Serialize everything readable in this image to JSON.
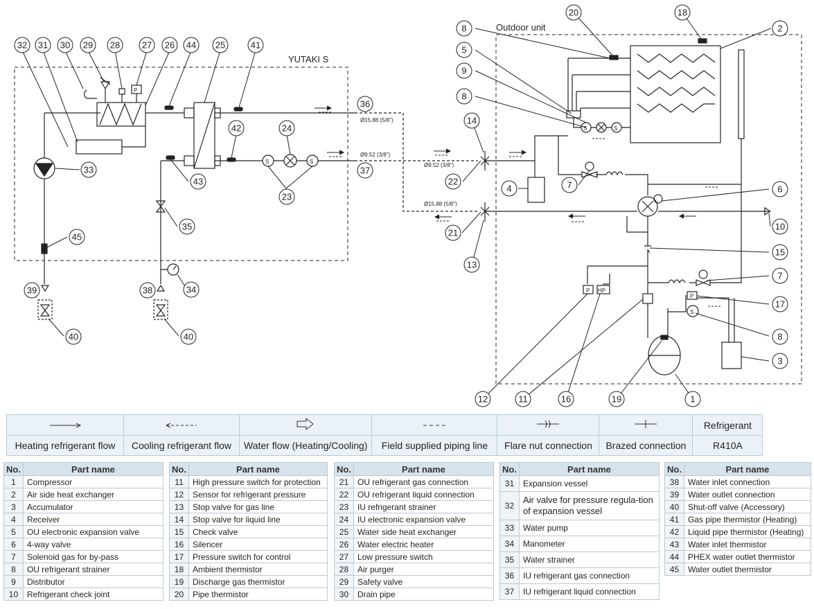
{
  "diagram": {
    "unit_label_indoor": "YUTAKI S",
    "unit_label_outdoor": "Outdoor unit",
    "pipe_labels": {
      "gas_indoor": "Ø15.88 (5/8\")",
      "liquid_indoor": "Ø9.52 (3/8\")",
      "liquid_outdoor": "Ø9.52 (3/8\")",
      "gas_outdoor": "Ø15.88 (5/8\")"
    },
    "sensor_letters": {
      "strainer": "S",
      "pressure": "P",
      "high_pressure": "HP"
    },
    "callouts": [
      {
        "id": "c32",
        "label": "32"
      },
      {
        "id": "c31",
        "label": "31"
      },
      {
        "id": "c30",
        "label": "30"
      },
      {
        "id": "c29",
        "label": "29"
      },
      {
        "id": "c28",
        "label": "28"
      },
      {
        "id": "c27",
        "label": "27"
      },
      {
        "id": "c26",
        "label": "26"
      },
      {
        "id": "c44",
        "label": "44"
      },
      {
        "id": "c25",
        "label": "25"
      },
      {
        "id": "c41",
        "label": "41"
      },
      {
        "id": "c36",
        "label": "36"
      },
      {
        "id": "c37",
        "label": "37"
      },
      {
        "id": "c42",
        "label": "42"
      },
      {
        "id": "c24",
        "label": "24"
      },
      {
        "id": "c23",
        "label": "23"
      },
      {
        "id": "c33",
        "label": "33"
      },
      {
        "id": "c43",
        "label": "43"
      },
      {
        "id": "c35",
        "label": "35"
      },
      {
        "id": "c45",
        "label": "45"
      },
      {
        "id": "c34",
        "label": "34"
      },
      {
        "id": "c39",
        "label": "39"
      },
      {
        "id": "c38",
        "label": "38"
      },
      {
        "id": "c40a",
        "label": "40"
      },
      {
        "id": "c40b",
        "label": "40"
      },
      {
        "id": "c8a",
        "label": "8"
      },
      {
        "id": "c5",
        "label": "5"
      },
      {
        "id": "c9",
        "label": "9"
      },
      {
        "id": "c8b",
        "label": "8"
      },
      {
        "id": "c20",
        "label": "20"
      },
      {
        "id": "c18",
        "label": "18"
      },
      {
        "id": "c2",
        "label": "2"
      },
      {
        "id": "c14",
        "label": "14"
      },
      {
        "id": "c22",
        "label": "22"
      },
      {
        "id": "c4",
        "label": "4"
      },
      {
        "id": "c7a",
        "label": "7"
      },
      {
        "id": "c6",
        "label": "6"
      },
      {
        "id": "c10",
        "label": "10"
      },
      {
        "id": "c21",
        "label": "21"
      },
      {
        "id": "c13",
        "label": "13"
      },
      {
        "id": "c15",
        "label": "15"
      },
      {
        "id": "c7b",
        "label": "7"
      },
      {
        "id": "c17",
        "label": "17"
      },
      {
        "id": "c8c",
        "label": "8"
      },
      {
        "id": "c3",
        "label": "3"
      },
      {
        "id": "c12",
        "label": "12"
      },
      {
        "id": "c11",
        "label": "11"
      },
      {
        "id": "c16",
        "label": "16"
      },
      {
        "id": "c19",
        "label": "19"
      },
      {
        "id": "c1",
        "label": "1"
      }
    ]
  },
  "legend": {
    "items": [
      {
        "symbol": "arrow-solid",
        "label": "Heating refrigerant flow"
      },
      {
        "symbol": "arrow-dashed",
        "label": "Cooling refrigerant flow"
      },
      {
        "symbol": "arrow-hollow",
        "label": "Water flow (Heating/Cooling)"
      },
      {
        "symbol": "dashed-line",
        "label": "Field supplied piping line"
      },
      {
        "symbol": "flare-nut",
        "label": "Flare nut connection"
      },
      {
        "symbol": "brazed",
        "label": "Brazed connection"
      }
    ],
    "refrigerant_title": "Refrigerant",
    "refrigerant_value": "R410A"
  },
  "parts": {
    "col_no": "No.",
    "col_name": "Part name",
    "tables": [
      [
        {
          "no": "1",
          "name": "Compressor"
        },
        {
          "no": "2",
          "name": "Air side heat exchanger"
        },
        {
          "no": "3",
          "name": "Accumulator"
        },
        {
          "no": "4",
          "name": "Receiver"
        },
        {
          "no": "5",
          "name": "OU electronic expansion valve"
        },
        {
          "no": "6",
          "name": "4-way valve"
        },
        {
          "no": "7",
          "name": "Solenoid gas for by-pass"
        },
        {
          "no": "8",
          "name": "OU refrigerant strainer"
        },
        {
          "no": "9",
          "name": "Distributor"
        },
        {
          "no": "10",
          "name": "Refrigerant check joint"
        }
      ],
      [
        {
          "no": "11",
          "name": "High pressure switch for protection"
        },
        {
          "no": "12",
          "name": "Sensor for refrigerant pressure"
        },
        {
          "no": "13",
          "name": "Stop valve for gas line"
        },
        {
          "no": "14",
          "name": "Stop valve for liquid line"
        },
        {
          "no": "15",
          "name": "Check valve"
        },
        {
          "no": "16",
          "name": "Silencer"
        },
        {
          "no": "17",
          "name": "Pressure switch for control"
        },
        {
          "no": "18",
          "name": "Ambient thermistor"
        },
        {
          "no": "19",
          "name": "Discharge gas thermistor"
        },
        {
          "no": "20",
          "name": "Pipe thermistor"
        }
      ],
      [
        {
          "no": "21",
          "name": "OU refrigerant gas connection"
        },
        {
          "no": "22",
          "name": "OU refrigerant liquid connection"
        },
        {
          "no": "23",
          "name": "IU refrigerant strainer"
        },
        {
          "no": "24",
          "name": "IU electronic expansion valve"
        },
        {
          "no": "25",
          "name": "Water side heat exchanger"
        },
        {
          "no": "26",
          "name": "Water electric heater"
        },
        {
          "no": "27",
          "name": "Low pressure switch"
        },
        {
          "no": "28",
          "name": "Air purger"
        },
        {
          "no": "29",
          "name": "Safety valve"
        },
        {
          "no": "30",
          "name": "Drain pipe"
        }
      ],
      [
        {
          "no": "31",
          "name": "Expansion vessel"
        },
        {
          "no": "32",
          "name": "Air valve for pressure regula-tion of expansion vessel"
        },
        {
          "no": "33",
          "name": "Water pump"
        },
        {
          "no": "34",
          "name": "Manometer"
        },
        {
          "no": "35",
          "name": "Water strainer"
        },
        {
          "no": "36",
          "name": "IU refrigerant gas connection"
        },
        {
          "no": "37",
          "name": "IU refrigerant liquid connection"
        }
      ],
      [
        {
          "no": "38",
          "name": "Water inlet connection"
        },
        {
          "no": "39",
          "name": "Water outlet connection"
        },
        {
          "no": "40",
          "name": "Shut-off valve (Accessory)"
        },
        {
          "no": "41",
          "name": "Gas pipe thermistor (Heating)"
        },
        {
          "no": "42",
          "name": "Liquid pipe thermistor (Heating)"
        },
        {
          "no": "43",
          "name": "Water inlet thermistor"
        },
        {
          "no": "44",
          "name": "PHEX water outlet thermistor"
        },
        {
          "no": "45",
          "name": "Water outlet thermistor"
        }
      ]
    ]
  }
}
